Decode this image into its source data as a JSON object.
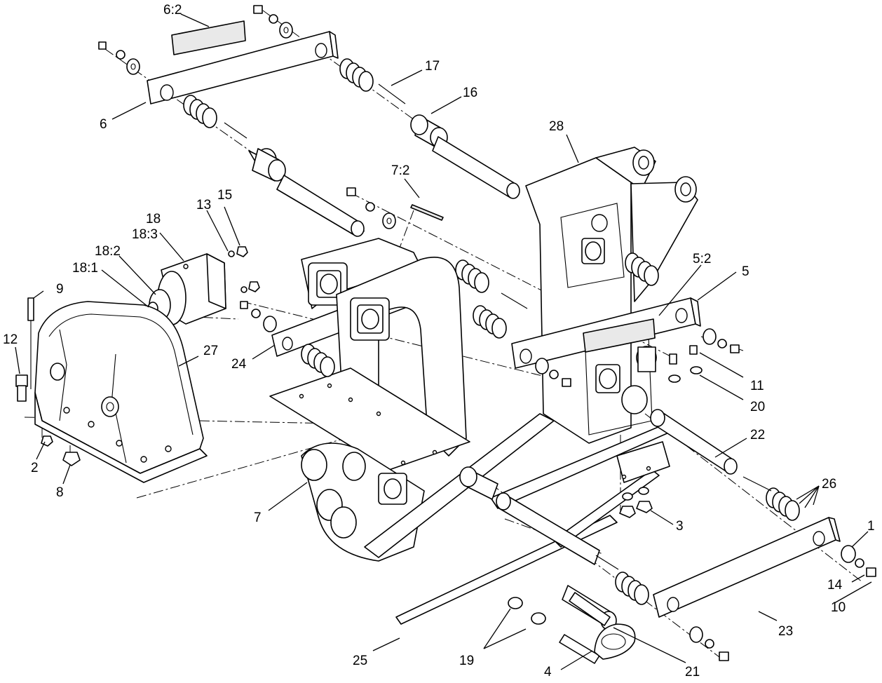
{
  "callouts": {
    "c1": "1",
    "c2": "2",
    "c3": "3",
    "c4": "4",
    "c5": "5",
    "c5_2": "5:2",
    "c6": "6",
    "c6_2": "6:2",
    "c7": "7",
    "c7_2": "7:2",
    "c8": "8",
    "c9": "9",
    "c10": "10",
    "c11": "11",
    "c12": "12",
    "c13": "13",
    "c14": "14",
    "c15": "15",
    "c16": "16",
    "c17": "17",
    "c18": "18",
    "c18_1": "18:1",
    "c18_2": "18:2",
    "c18_3": "18:3",
    "c19": "19",
    "c20": "20",
    "c21": "21",
    "c22": "22",
    "c23": "23",
    "c24": "24",
    "c25": "25",
    "c26": "26",
    "c27": "27",
    "c28": "28"
  },
  "colors": {
    "line": "#000000",
    "background": "#ffffff",
    "label_fill": "#e9e9e9"
  }
}
